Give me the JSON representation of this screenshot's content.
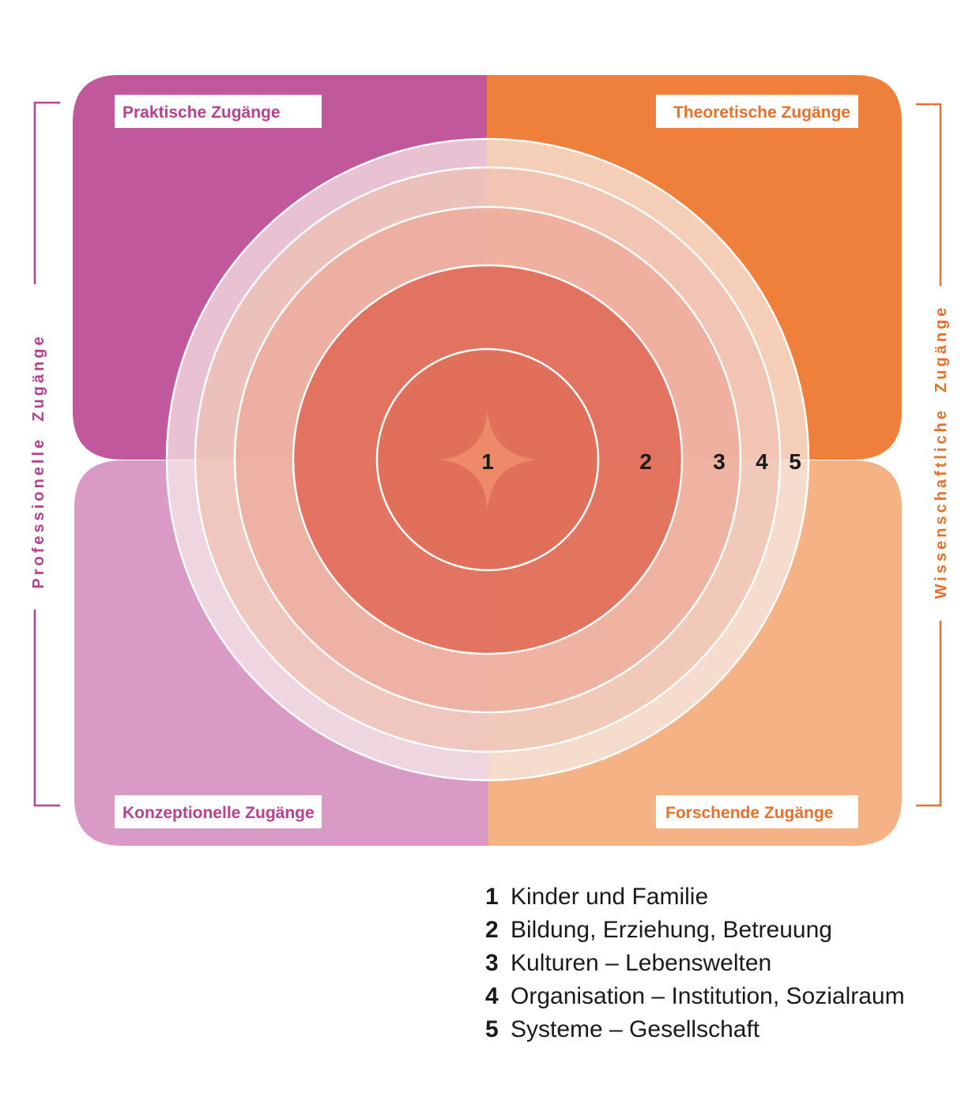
{
  "colors": {
    "praktisch": "#c2589c",
    "theoretisch": "#ef803c",
    "konzeptionell": "#d99bc6",
    "forschend": "#f5b285",
    "professionell_label": "#b8408e",
    "wissenschaftlich_label": "#e8702a"
  },
  "quadrants": {
    "top_left": {
      "label": "Praktische Zugänge"
    },
    "top_right": {
      "label": "Theoretische Zugänge"
    },
    "bottom_left": {
      "label": "Konzeptionelle Zugänge"
    },
    "bottom_right": {
      "label": "Forschende Zugänge"
    }
  },
  "side_labels": {
    "left": "Professionelle  Zugänge",
    "right": "Wissenschaftliche  Zugänge"
  },
  "rings": {
    "numbers": [
      "1",
      "2",
      "3",
      "4",
      "5"
    ]
  },
  "legend": [
    {
      "num": "1",
      "text": "Kinder und Familie"
    },
    {
      "num": "2",
      "text": "Bildung, Erziehung, Betreuung"
    },
    {
      "num": "3",
      "text": "Kulturen – Lebenswelten"
    },
    {
      "num": "4",
      "text": "Organisation – Institution, Sozialraum"
    },
    {
      "num": "5",
      "text": "Systeme – Gesellschaft"
    }
  ]
}
